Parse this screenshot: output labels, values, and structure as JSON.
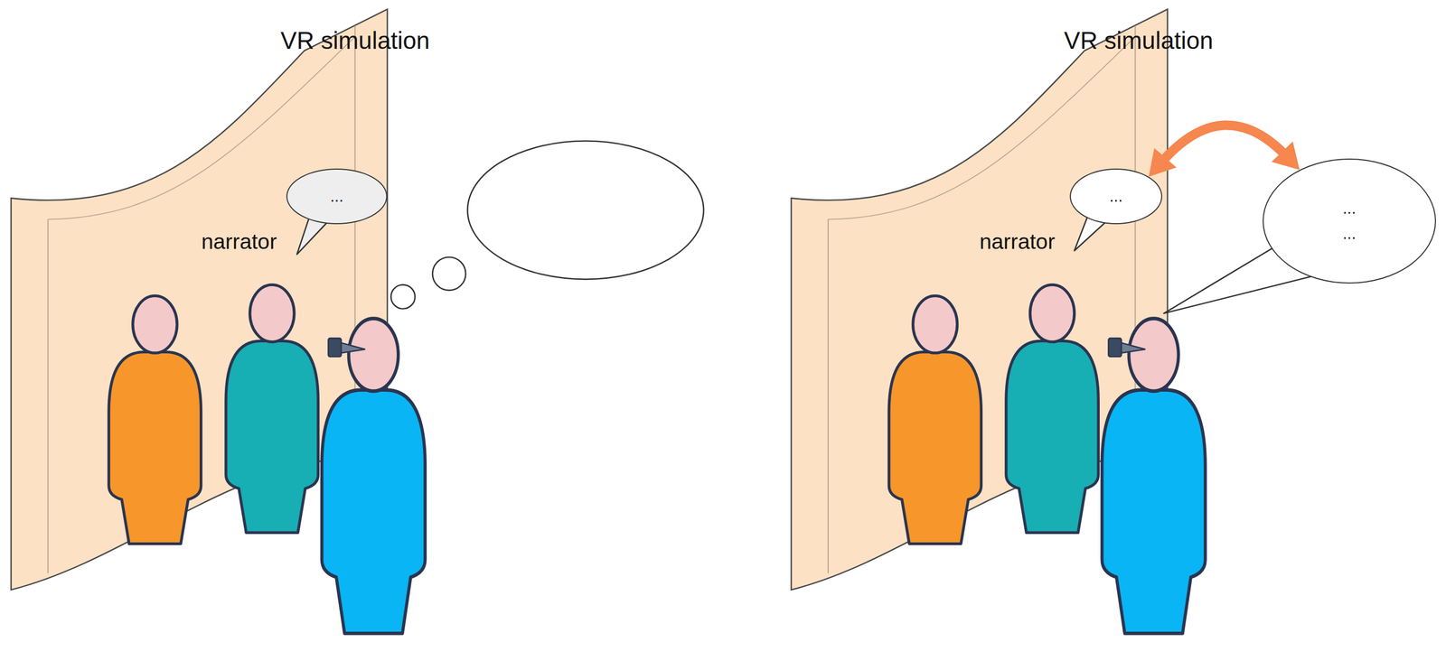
{
  "diagram": {
    "nodes": [
      {
        "text": [
          "..."
        ]
      },
      {
        "text": [
          "..."
        ]
      },
      {
        "text": [
          "...",
          "..."
        ]
      }
    ],
    "edges": [
      {
        "from": 1,
        "to": 2,
        "arrow": "both"
      }
    ],
    "labels": [
      "VR simulation",
      "narrator",
      "VR simulation",
      "narrator"
    ]
  }
}
